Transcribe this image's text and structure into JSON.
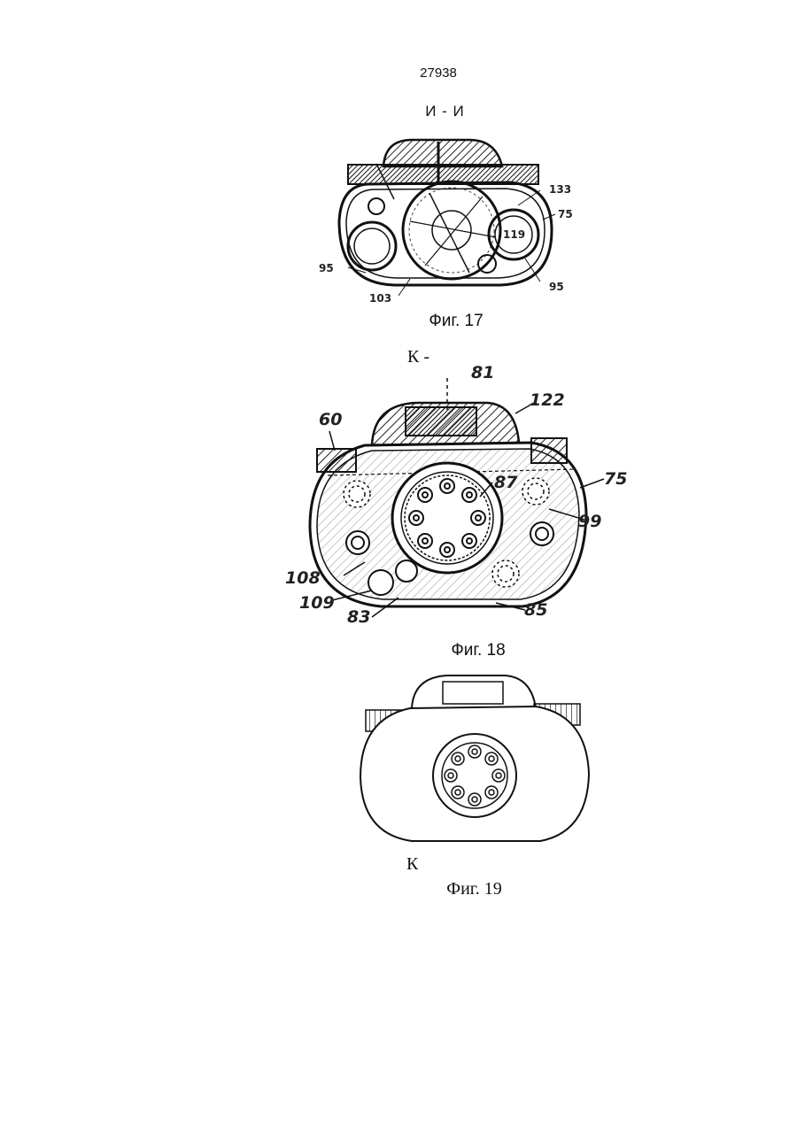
{
  "page_number": "27938",
  "sections": {
    "fig17_view": "И - И",
    "fig17_caption": "Фиг. 17",
    "fig18_view": "К  -",
    "fig18_caption": "Фиг. 18",
    "fig19_view": "К",
    "fig19_caption": "Фиг. 19"
  },
  "fig17_labels": {
    "l133": "133",
    "l75": "75",
    "l119": "119",
    "l95a": "95",
    "l95b": "95",
    "l103": "103"
  },
  "fig18_labels": {
    "l81": "81",
    "l122": "122",
    "l60": "60",
    "l75": "75",
    "l87": "87",
    "l99": "99",
    "l108": "108",
    "l109": "109",
    "l83": "83",
    "l85": "85"
  }
}
